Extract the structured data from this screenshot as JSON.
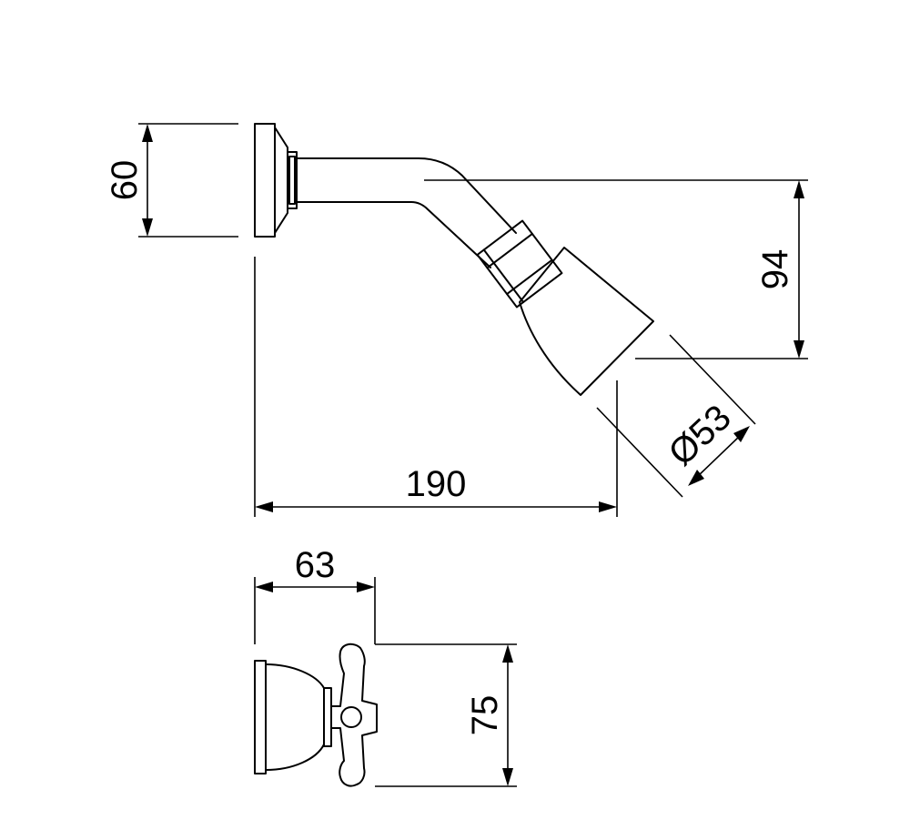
{
  "dimensions": {
    "flange_height": "60",
    "drop": "94",
    "head_diameter": "Ø53",
    "projection": "190",
    "valve_depth": "63",
    "valve_height": "75"
  }
}
